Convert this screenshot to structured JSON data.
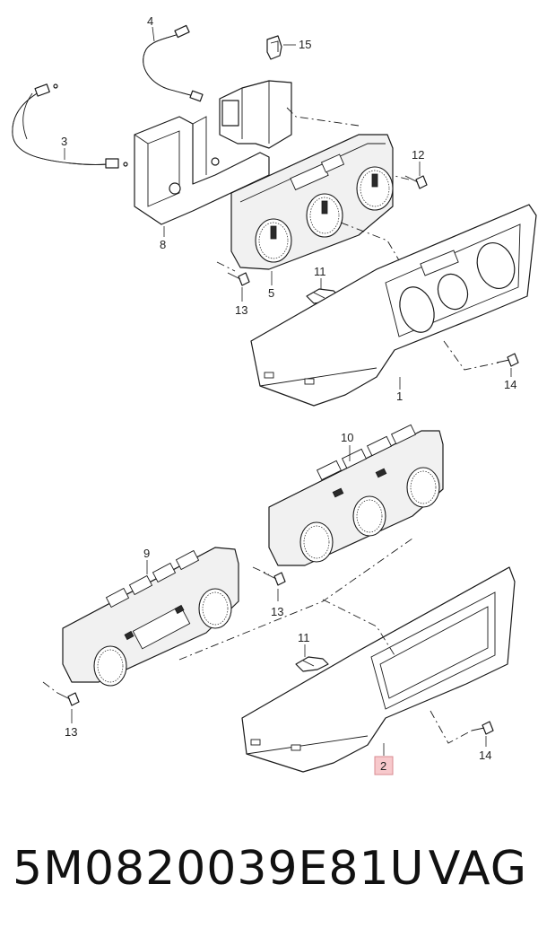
{
  "callouts": {
    "c1": "1",
    "c2": "2",
    "c3": "3",
    "c4": "4",
    "c5": "5",
    "c8": "8",
    "c9": "9",
    "c10": "10",
    "c11a": "11",
    "c11b": "11",
    "c12": "12",
    "c13a": "13",
    "c13b": "13",
    "c13c": "13",
    "c14a": "14",
    "c14b": "14",
    "c15": "15"
  },
  "highlight": {
    "callout": "2",
    "box_color": "#f7c9cc",
    "box_border": "#d98a90"
  },
  "footer": {
    "part_number": "5M0820039E81U",
    "brand": "VAG"
  }
}
